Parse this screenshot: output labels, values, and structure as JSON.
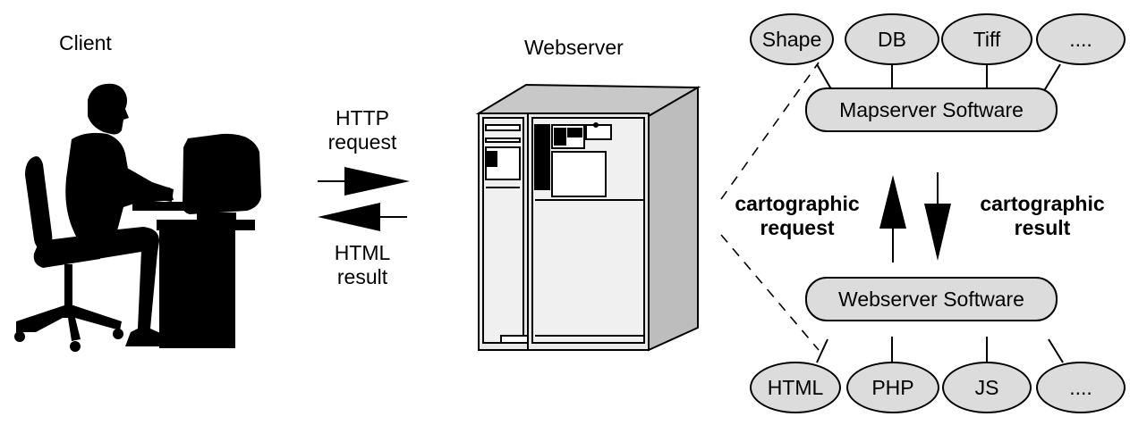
{
  "labels": {
    "client": "Client",
    "webserver": "Webserver",
    "http_request": [
      "HTTP",
      "request"
    ],
    "html_result": [
      "HTML",
      "result"
    ],
    "carto_request": [
      "cartographic",
      "request"
    ],
    "carto_result": [
      "cartographic",
      "result"
    ]
  },
  "components": {
    "mapserver_software": "Mapserver Software",
    "webserver_software": "Webserver Software"
  },
  "data_sources": [
    "Shape",
    "DB",
    "Tiff",
    "...."
  ],
  "outputs": [
    "HTML",
    "PHP",
    "JS",
    "...."
  ],
  "colors": {
    "node_fill": "#dcdcdc",
    "server_fill": "#e8e8e8",
    "silhouette": "#000000",
    "line": "#000000"
  },
  "icons": {
    "client": "person-at-computer-silhouette",
    "server": "tower-server"
  }
}
